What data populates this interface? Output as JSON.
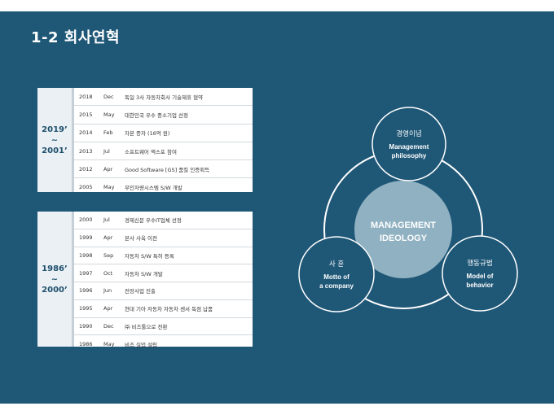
{
  "title": "1-2 회사연혁",
  "history": [
    {
      "period_from": "2019’",
      "tilde": "~",
      "period_to": "2001’",
      "rows": [
        {
          "year": "2018",
          "month": "Dec",
          "text": "독일 3사 자동차회사 기술제휴 협약"
        },
        {
          "year": "2015",
          "month": "May",
          "text": "대한민국 우수 중소기업 선정"
        },
        {
          "year": "2014",
          "month": "Feb",
          "text": "자본 증자 (16억 원)"
        },
        {
          "year": "2013",
          "month": "Jul",
          "text": "소프트웨어 엑스포 참여"
        },
        {
          "year": "2012",
          "month": "Apr",
          "text": "Good Software [GS] 품질 인증획득"
        },
        {
          "year": "2005",
          "month": "May",
          "text": "무인자량시스템 S/W 개발"
        }
      ]
    },
    {
      "period_from": "1986’",
      "tilde": "~",
      "period_to": "2000’",
      "rows": [
        {
          "year": "2000",
          "month": "Jul",
          "text": "경제신문 우수IT업체 선정"
        },
        {
          "year": "1999",
          "month": "Apr",
          "text": "본사 사옥 이전"
        },
        {
          "year": "1998",
          "month": "Sep",
          "text": "자동차 S/W 특허 등록"
        },
        {
          "year": "1997",
          "month": "Oct",
          "text": "자동차 S/W 개발"
        },
        {
          "year": "1996",
          "month": "Jun",
          "text": "전장사업 진출"
        },
        {
          "year": "1995",
          "month": "Apr",
          "text": "현대 기아 자동차 자동차 센서 독점 납품"
        },
        {
          "year": "1990",
          "month": "Dec",
          "text": "㈜ 비즈툴으로 전환"
        },
        {
          "year": "1986",
          "month": "May",
          "text": "비즈 실업 설립"
        }
      ]
    }
  ],
  "ideology": {
    "center_line1": "MANAGEMENT",
    "center_line2": "IDEOLOGY",
    "top_kr": "경영이념",
    "top_en1": "Management",
    "top_en2": "philosophy",
    "left_kr": "사 훈",
    "left_en1": "Motto of",
    "left_en2": "a company",
    "right_kr": "행동규범",
    "right_en1": "Model of",
    "right_en2": "behavior"
  },
  "colors": {
    "background": "#1f5777",
    "center_circle": "#8fb1c1",
    "table_bg": "#ffffff",
    "period_text": "#1f4f6c"
  }
}
